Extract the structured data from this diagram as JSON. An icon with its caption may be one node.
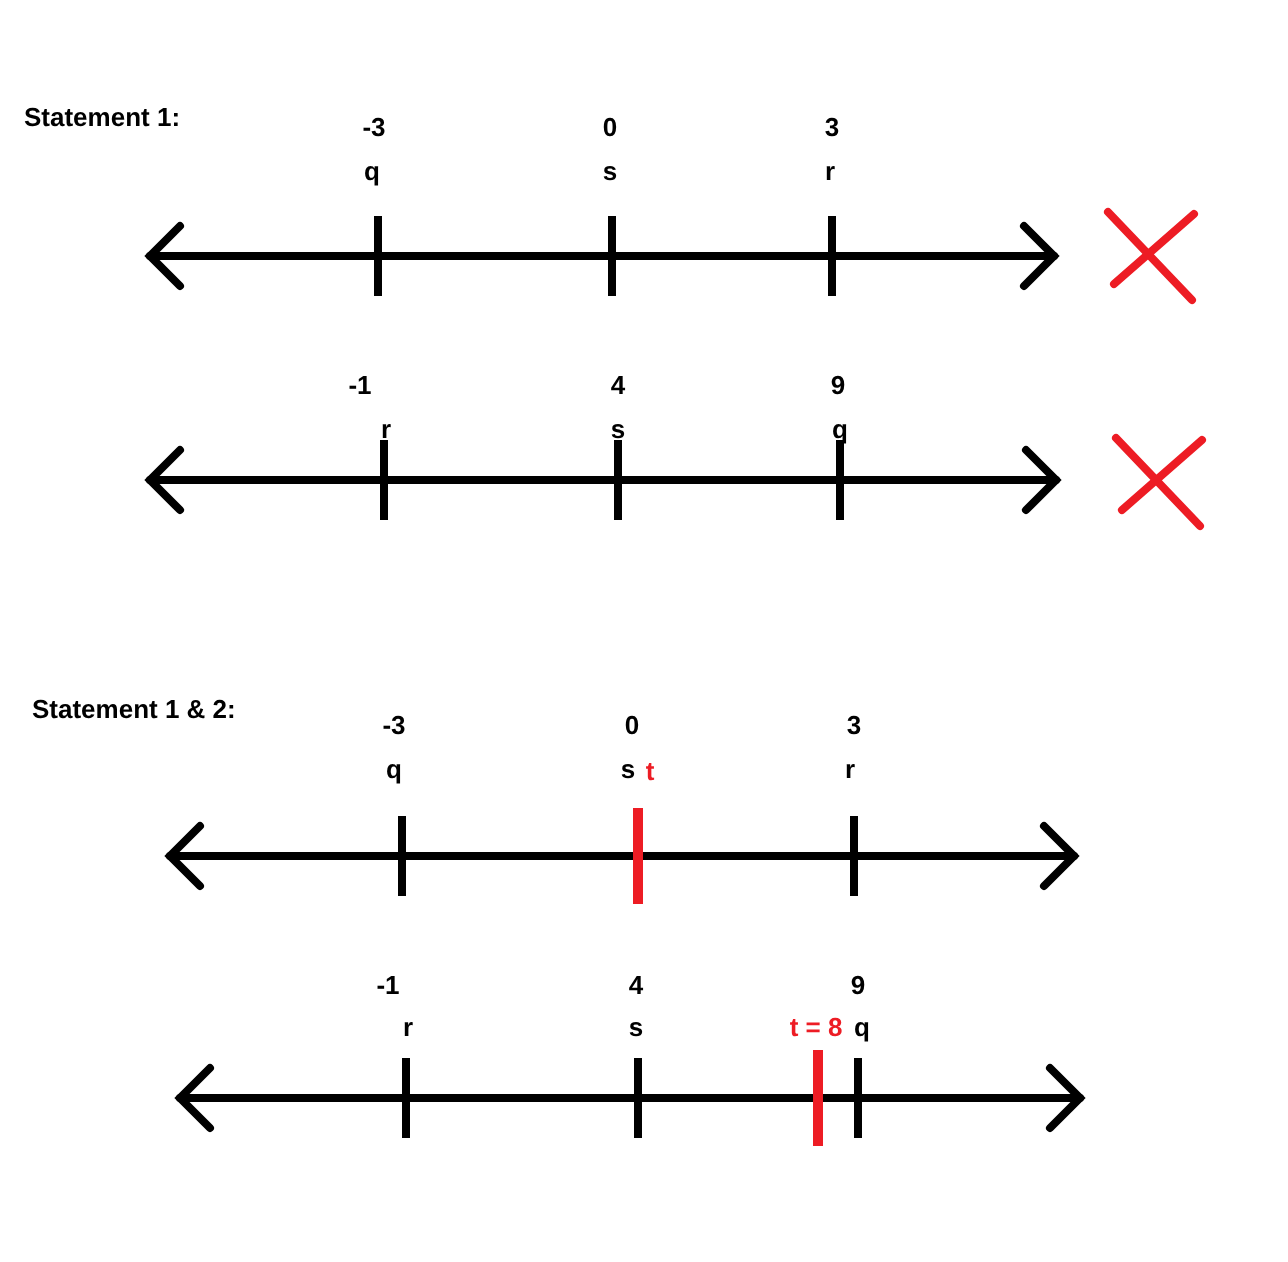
{
  "diagram": {
    "labels": [
      "Statement 1:",
      "-3",
      "0",
      "3",
      "q",
      "s",
      "r",
      "-1",
      "4",
      "9",
      "r",
      "s",
      "q",
      "Statement 1 & 2:",
      "-3",
      "0",
      "3",
      "q",
      "s",
      "t",
      "r",
      "-1",
      "4",
      "9",
      "r",
      "s",
      "t = 8",
      "q"
    ]
  }
}
